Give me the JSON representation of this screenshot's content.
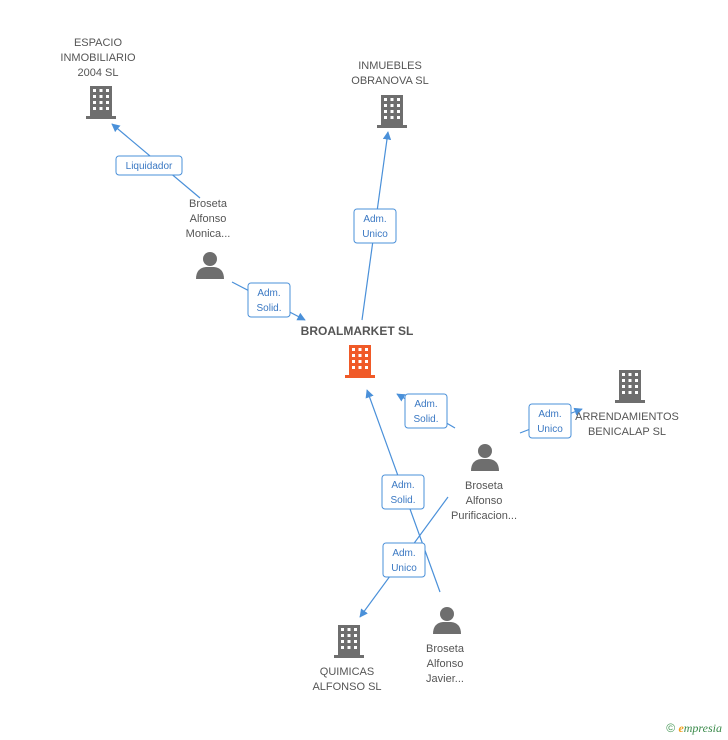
{
  "nodes": {
    "espacio": {
      "lines": [
        "ESPACIO",
        "INMOBILIARIO",
        "2004  SL"
      ],
      "type": "company"
    },
    "inmuebles": {
      "lines": [
        "INMUEBLES",
        "OBRANOVA SL"
      ],
      "type": "company"
    },
    "monica": {
      "lines": [
        "Broseta",
        "Alfonso",
        "Monica..."
      ],
      "type": "person"
    },
    "broalmarket": {
      "lines": [
        "BROALMARKET SL"
      ],
      "type": "company-main"
    },
    "arrendamientos": {
      "lines": [
        "ARRENDAMIENTOS",
        "BENICALAP  SL"
      ],
      "type": "company"
    },
    "purificacion": {
      "lines": [
        "Broseta",
        "Alfonso",
        "Purificacion..."
      ],
      "type": "person"
    },
    "quimicas": {
      "lines": [
        "QUIMICAS",
        "ALFONSO SL"
      ],
      "type": "company"
    },
    "javier": {
      "lines": [
        "Broseta",
        "Alfonso",
        "Javier..."
      ],
      "type": "person"
    }
  },
  "edges": [
    {
      "id": "liquidador",
      "lines": [
        "Liquidador"
      ]
    },
    {
      "id": "adm-unico-inmuebles",
      "lines": [
        "Adm.",
        "Unico"
      ]
    },
    {
      "id": "adm-solid-monica",
      "lines": [
        "Adm.",
        "Solid."
      ]
    },
    {
      "id": "adm-solid-purificacion",
      "lines": [
        "Adm.",
        "Solid."
      ]
    },
    {
      "id": "adm-unico-arrendamientos",
      "lines": [
        "Adm.",
        "Unico"
      ]
    },
    {
      "id": "adm-solid-javier",
      "lines": [
        "Adm.",
        "Solid."
      ]
    },
    {
      "id": "adm-unico-quimicas",
      "lines": [
        "Adm.",
        "Unico"
      ]
    }
  ],
  "colors": {
    "company": "#6e6e6e",
    "company_main": "#f05a28",
    "person": "#6e6e6e",
    "edge": "#4a90d9"
  },
  "footer": {
    "copyright_symbol": "©",
    "brand_initial": "e",
    "brand_rest": "mpresia"
  }
}
